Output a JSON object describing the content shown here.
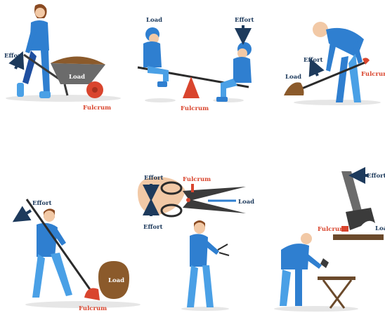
{
  "colors": {
    "effort": "#1d3a5c",
    "fulcrum": "#d9452e",
    "load": "#1d3a5c",
    "body_blue": "#2f7fd0",
    "body_light": "#4aa0e6",
    "skin": "#f2c9a6",
    "hair": "#8a4a22",
    "tool": "#3b3b3b",
    "ground": "#e6e6e6",
    "soil": "#8b5a2b"
  },
  "panels": [
    {
      "id": "wheelbarrow",
      "labels": {
        "effort": "Effort",
        "load": "Load",
        "fulcrum": "Fulcrum"
      }
    },
    {
      "id": "seesaw",
      "labels": {
        "load": "Load",
        "effort": "Effort",
        "fulcrum": "Fulcrum"
      }
    },
    {
      "id": "shovel",
      "labels": {
        "effort": "Effort",
        "load": "Load",
        "fulcrum": "Fulcrum"
      }
    },
    {
      "id": "crowbar",
      "labels": {
        "effort": "Effort",
        "load": "Load",
        "fulcrum": "Fulcrum"
      }
    },
    {
      "id": "scissors",
      "labels": {
        "effort_top": "Effort",
        "fulcrum": "Fulcrum",
        "load": "Load",
        "effort_bottom": "Effort"
      }
    },
    {
      "id": "hammer",
      "labels": {
        "effort": "Effort",
        "fulcrum": "Fulcrum",
        "load": "Load"
      }
    }
  ]
}
